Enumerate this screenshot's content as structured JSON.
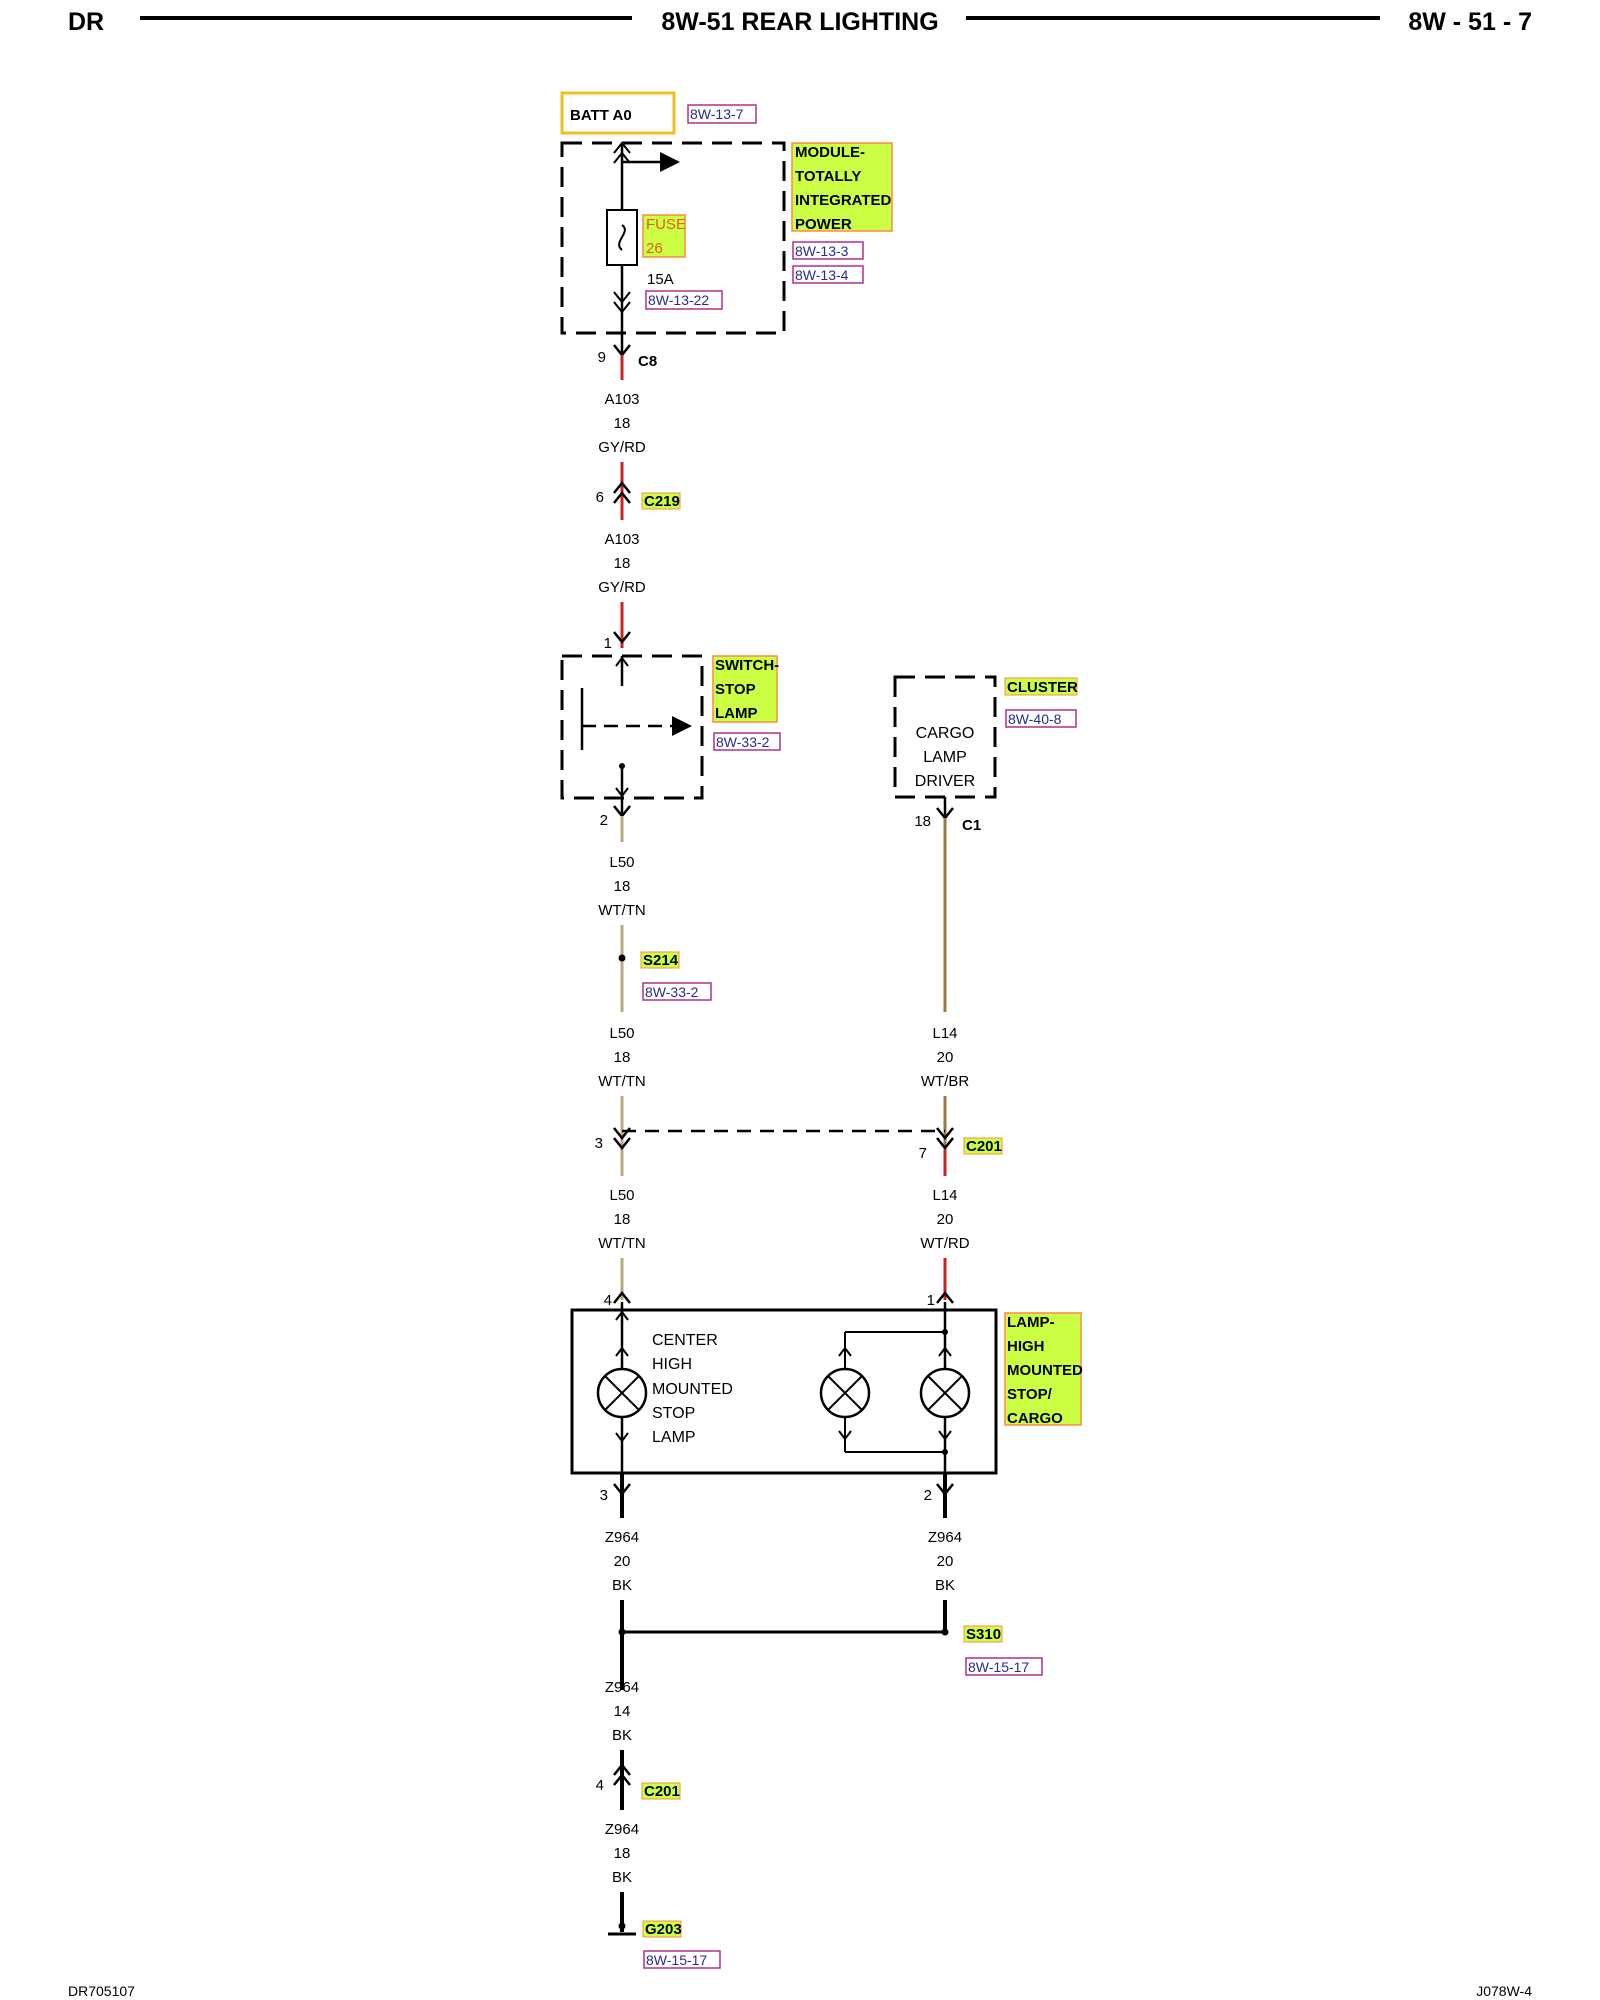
{
  "header": {
    "left": "DR",
    "title": "8W-51 REAR LIGHTING",
    "page": "8W - 51 - 7"
  },
  "footer": {
    "left": "DR705107",
    "right": "J078W-4"
  },
  "colors": {
    "highlight_fill": "#ccff44",
    "highlight_border": "#ff8844",
    "ref_border": "#b0308a",
    "batt_border": "#f0c020",
    "wire_red": "#cc2222",
    "wire_tan": "#b8aa80"
  },
  "power": {
    "source": "BATT A0",
    "source_ref": "8W-13-7"
  },
  "module": {
    "lines": [
      "MODULE-",
      "TOTALLY",
      "INTEGRATED",
      "POWER"
    ],
    "refs": [
      "8W-13-3",
      "8W-13-4"
    ],
    "fuse_label": "FUSE",
    "fuse_number": "26",
    "fuse_rating": "15A",
    "fuse_ref": "8W-13-22",
    "pin": "9",
    "connector": "C8"
  },
  "wire_a103_upper": {
    "circuit": "A103",
    "gauge": "18",
    "color": "GY/RD"
  },
  "c219": {
    "pin": "6",
    "connector": "C219"
  },
  "wire_a103_lower": {
    "circuit": "A103",
    "gauge": "18",
    "color": "GY/RD"
  },
  "switch": {
    "lines": [
      "SWITCH-",
      "STOP",
      "LAMP"
    ],
    "ref": "8W-33-2",
    "pin_in": "1",
    "pin_out": "2"
  },
  "cluster": {
    "label": "CLUSTER",
    "ref": "8W-40-8",
    "driver_lines": [
      "CARGO",
      "LAMP",
      "DRIVER"
    ],
    "pin": "18",
    "connector": "C1"
  },
  "wire_l50_1": {
    "circuit": "L50",
    "gauge": "18",
    "color": "WT/TN"
  },
  "s214": {
    "label": "S214",
    "ref": "8W-33-2"
  },
  "wire_l50_2": {
    "circuit": "L50",
    "gauge": "18",
    "color": "WT/TN"
  },
  "wire_l14_1": {
    "circuit": "L14",
    "gauge": "20",
    "color": "WT/BR"
  },
  "c201_top": {
    "pin_left": "3",
    "pin_right": "7",
    "connector": "C201"
  },
  "wire_l50_3": {
    "circuit": "L50",
    "gauge": "18",
    "color": "WT/TN"
  },
  "wire_l14_2": {
    "circuit": "L14",
    "gauge": "20",
    "color": "WT/RD"
  },
  "lamp": {
    "pin_left_in": "4",
    "pin_right_in": "1",
    "pin_left_out": "3",
    "pin_right_out": "2",
    "inner_lines": [
      "CENTER",
      "HIGH",
      "MOUNTED",
      "STOP",
      "LAMP"
    ],
    "label_lines": [
      "LAMP-",
      "HIGH",
      "MOUNTED",
      "STOP/",
      "CARGO"
    ]
  },
  "wire_z964_left": {
    "circuit": "Z964",
    "gauge": "20",
    "color": "BK"
  },
  "wire_z964_right": {
    "circuit": "Z964",
    "gauge": "20",
    "color": "BK"
  },
  "s310": {
    "label": "S310",
    "ref": "8W-15-17"
  },
  "wire_z964_14": {
    "circuit": "Z964",
    "gauge": "14",
    "color": "BK"
  },
  "c201_bottom": {
    "pin": "4",
    "connector": "C201"
  },
  "wire_z964_18": {
    "circuit": "Z964",
    "gauge": "18",
    "color": "BK"
  },
  "ground": {
    "label": "G203",
    "ref": "8W-15-17"
  }
}
